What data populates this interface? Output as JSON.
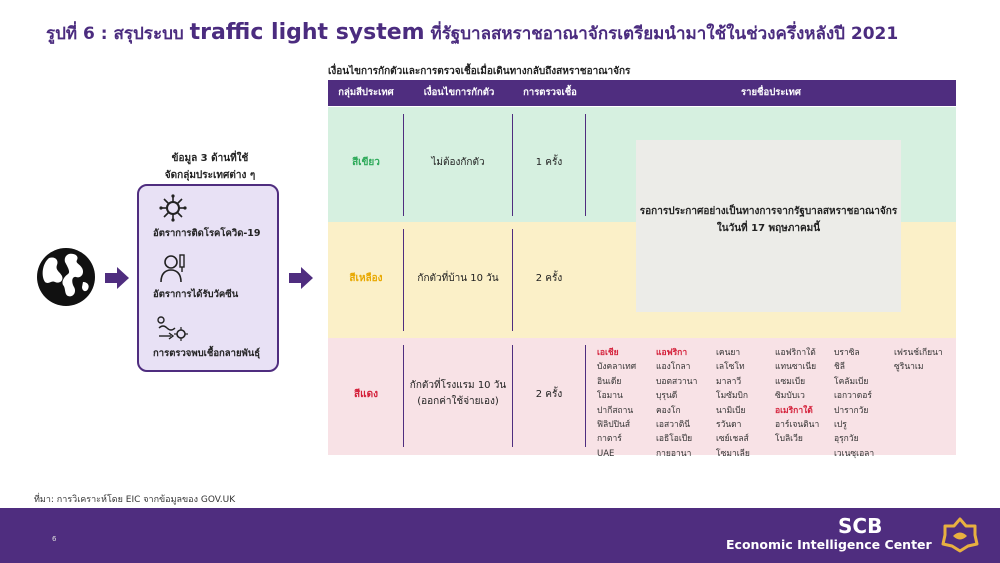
{
  "header": {
    "title_prefix": "รูปที่ 6 : สรุประบบ ",
    "title_en": "traffic light system",
    "title_suffix": " ที่รัฐบาลสหราชอาณาจักรเตรียมนำมาใช้ในช่วงครึ่งหลังปี 2021"
  },
  "diagram": {
    "label_line1": "ข้อมูล 3 ด้านที่ใช้",
    "label_line2": "จัดกลุ่มประเทศต่าง ๆ",
    "items": [
      {
        "icon": "virus-icon",
        "label": "อัตราการติดโรคโควิด-19"
      },
      {
        "icon": "vaccinated-person-icon",
        "label": "อัตราการได้รับวัคซีน"
      },
      {
        "icon": "variant-icon",
        "label": "การตรวจพบเชื้อกลายพันธุ์"
      }
    ]
  },
  "table": {
    "subtitle": "เงื่อนไขการกักตัวและการตรวจเชื้อเมื่อเดินทางกลับถึงสหราชอาณาจักร",
    "headers": [
      "กลุ่มสีประเทศ",
      "เงื่อนไขการกักตัว",
      "การตรวจเชื้อ",
      "รายชื่อประเทศ"
    ],
    "rows": [
      {
        "group": "สีเขียว",
        "quarantine": "ไม่ต้องกักตัว",
        "test": "1 ครั้ง"
      },
      {
        "group": "สีเหลือง",
        "quarantine": "กักตัวที่บ้าน 10 วัน",
        "test": "2 ครั้ง"
      },
      {
        "group": "สีแดง",
        "quarantine_line1": "กักตัวที่โรงแรม 10 วัน",
        "quarantine_line2": "(ออกค่าใช้จ่ายเอง)",
        "test": "2 ครั้ง"
      }
    ],
    "notice_line1": "รอการประกาศอย่างเป็นทางการจากรัฐบาลสหราชอาณาจักร",
    "notice_line2": "ในวันที่ 17 พฤษภาคมนี้",
    "red_countries": {
      "col1": {
        "heading": "เอเชีย",
        "items": [
          "บังคลาเทศ",
          "อินเดีย",
          "โอมาน",
          "ปากีสถาน",
          "ฟิลิปปินส์",
          "กาตาร์",
          "UAE"
        ]
      },
      "col2": {
        "heading": "แอฟริกา",
        "items": [
          "แองโกลา",
          "บอตสวานา",
          "บุรุนดี",
          "คองโก",
          "เอสวาตินี",
          "เอธิโอเปีย",
          "กายอานา"
        ]
      },
      "col3": {
        "items": [
          "เคนยา",
          "เลโซโท",
          "มาลาวี",
          "โมซัมบิก",
          "นามิเบีย",
          "รวันดา",
          "เซย์เชลส์",
          "โซมาเลีย"
        ]
      },
      "col4": {
        "items": [
          "แอฟริกาใต้",
          "แทนซาเนีย",
          "แซมเบีย",
          "ซิมบับเว"
        ],
        "heading2": "อเมริกาใต้",
        "items2": [
          "อาร์เจนตินา",
          "โบลิเวีย"
        ]
      },
      "col5": {
        "items": [
          "บราซิล",
          "ชิลี",
          "โคลัมเบีย",
          "เอกวาดอร์",
          "ปารากวัย",
          "เปรู",
          "อุรุกวัย",
          "เวเนซุเอลา"
        ]
      },
      "col6": {
        "items": [
          "เฟรนช์เกียนา",
          "ซูรินาเม"
        ]
      }
    }
  },
  "footer": {
    "source": "ที่มา: การวิเคราะห์โดย EIC จากข้อมูลของ GOV.UK",
    "page_number": "6",
    "brand": "SCB",
    "brand_sub": "Economic Intelligence Center"
  },
  "colors": {
    "brand_purple": "#4f2d7f",
    "green_band": "#d6f0e0",
    "yellow_band": "#fbf0c8",
    "red_band": "#f8e2e6",
    "green_text": "#2eaa5a",
    "yellow_text": "#e8a800",
    "red_text": "#d4203a",
    "logo_gold": "#e8b040"
  }
}
